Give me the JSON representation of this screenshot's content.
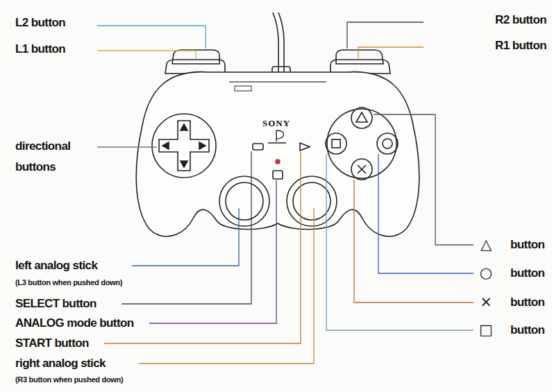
{
  "diagram": {
    "labels": [
      "L2 button",
      "L1 button",
      "R2 button",
      "R1 button",
      "SONY",
      "directional buttons",
      "△",
      "button",
      "○",
      "button",
      "×",
      "button",
      "□",
      "button",
      "left analog stick",
      "(L3 button when pushed down)",
      "SELECT button",
      "ANALOG mode button",
      "START button",
      "right analog stick",
      "(R3 button when pushed down)"
    ]
  }
}
